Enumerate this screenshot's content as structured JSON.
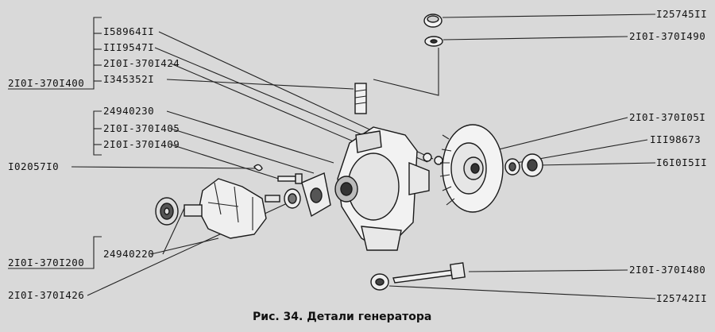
{
  "labels": {
    "nut_top": "I25745II",
    "washer_top": "2I0I-370I490",
    "screw": "I58964II",
    "spring_washer": "III9547I",
    "washer": "2I0I-370I424",
    "pin": "I345352I",
    "assembly_top": "2I0I-370I400",
    "bearing_main": "24940230",
    "cover": "2I0I-370I405",
    "plate": "2I0I-370I409",
    "key": "I02057I0",
    "fan": "2I0I-370I05I",
    "spacer": "III98673",
    "nut_shaft": "I6I0I5II",
    "bearing_small": "24940220",
    "rotor": "2I0I-370I200",
    "sleeve": "2I0I-370I426",
    "bolt": "2I0I-370I480",
    "nut_bolt": "I25742II"
  },
  "caption": "Рис. 34. Детали генератора"
}
